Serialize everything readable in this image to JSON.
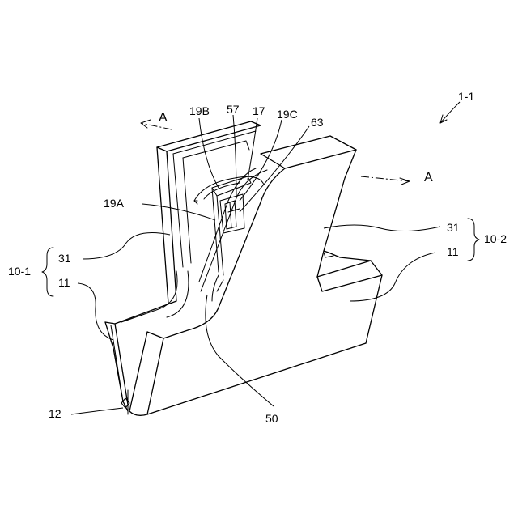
{
  "figure": {
    "assembly_ref": "1-1",
    "section_marker": "A",
    "labels": {
      "l_19B": "19B",
      "l_57": "57",
      "l_17": "17",
      "l_19C": "19C",
      "l_63": "63",
      "l_19A": "19A",
      "l_31_left": "31",
      "l_11_left": "11",
      "l_10_1": "10-1",
      "l_31_right": "31",
      "l_11_right": "11",
      "l_10_2": "10-2",
      "l_12": "12",
      "l_50": "50"
    }
  }
}
